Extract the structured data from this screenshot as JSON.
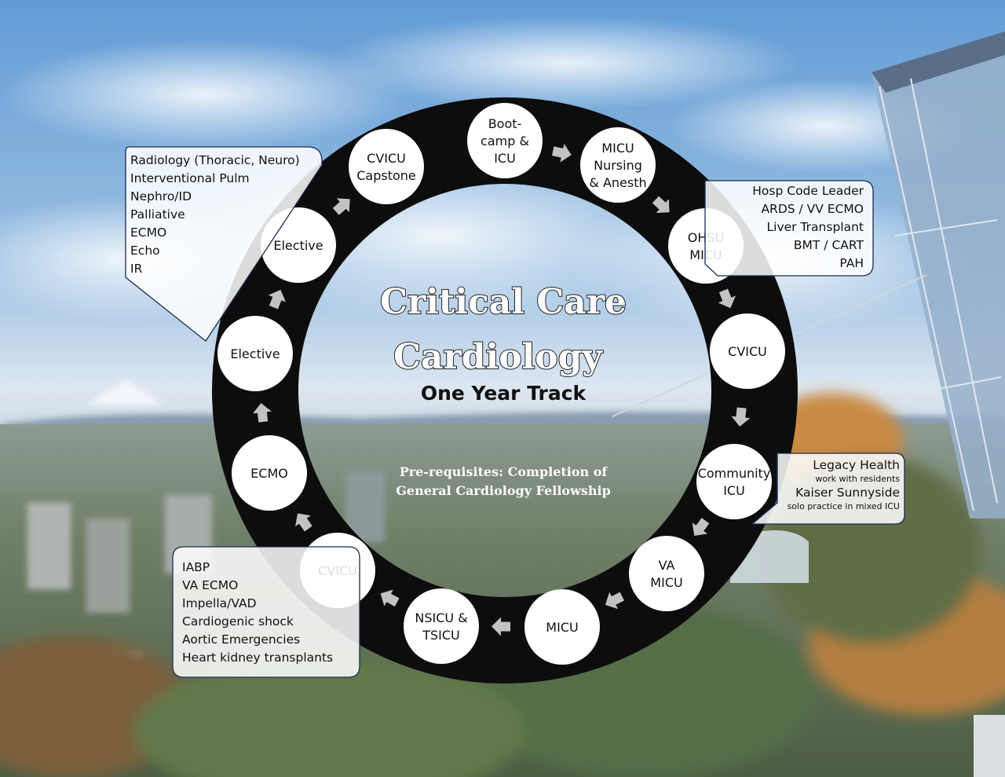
{
  "title": {
    "line1": "Critical Care",
    "line2": "Cardiology",
    "subtitle": "One Year Track"
  },
  "prerequisites": {
    "line1": "Pre-requisites: Completion of",
    "line2": "General Cardiology Fellowship"
  },
  "colors": {
    "ring": "#0d0d0d",
    "node_fill": "#ffffff",
    "arrow": "#c2c2c2",
    "callout_fill": "#ffffff",
    "callout_border": "#1e2a52",
    "sky_top": "#4d8fd1",
    "forest": "#3e5a2e",
    "autumn": "#c27a2c"
  },
  "rotations": [
    {
      "id": "bootcamp",
      "lines": [
        "Boot-",
        "camp &",
        "ICU"
      ]
    },
    {
      "id": "micu-nursing",
      "lines": [
        "MICU",
        "Nursing",
        "& Anesth"
      ]
    },
    {
      "id": "ohsu-micu",
      "lines": [
        "OHSU",
        "MICU"
      ]
    },
    {
      "id": "cvicu-1",
      "lines": [
        "CVICU"
      ]
    },
    {
      "id": "community-icu",
      "lines": [
        "Community",
        "ICU"
      ]
    },
    {
      "id": "va-micu",
      "lines": [
        "VA",
        "MICU"
      ]
    },
    {
      "id": "micu",
      "lines": [
        "MICU"
      ]
    },
    {
      "id": "nsicu-tsicu",
      "lines": [
        "NSICU &",
        "TSICU"
      ]
    },
    {
      "id": "cvicu-2",
      "lines": [
        "CVICU"
      ]
    },
    {
      "id": "ecmo",
      "lines": [
        "ECMO"
      ]
    },
    {
      "id": "elective-1",
      "lines": [
        "Elective"
      ]
    },
    {
      "id": "elective-2",
      "lines": [
        "Elective"
      ]
    },
    {
      "id": "cvicu-capstone",
      "lines": [
        "CVICU",
        "Capstone"
      ]
    }
  ],
  "callouts": {
    "electives": [
      "Radiology (Thoracic, Neuro)",
      "Interventional Pulm",
      "Nephro/ID",
      "Palliative",
      "ECMO",
      "Echo",
      "IR"
    ],
    "micu": [
      "Hosp Code Leader",
      "ARDS / VV ECMO",
      "Liver Transplant",
      "BMT / CART",
      "PAH"
    ],
    "community": [
      {
        "site": "Legacy Health",
        "note": "work with residents"
      },
      {
        "site": "Kaiser Sunnyside",
        "note": "solo practice in mixed ICU"
      }
    ],
    "cvicu": [
      "IABP",
      "VA ECMO",
      "Impella/VAD",
      "Cardiogenic shock",
      "Aortic Emergencies",
      "Heart kidney transplants"
    ]
  }
}
